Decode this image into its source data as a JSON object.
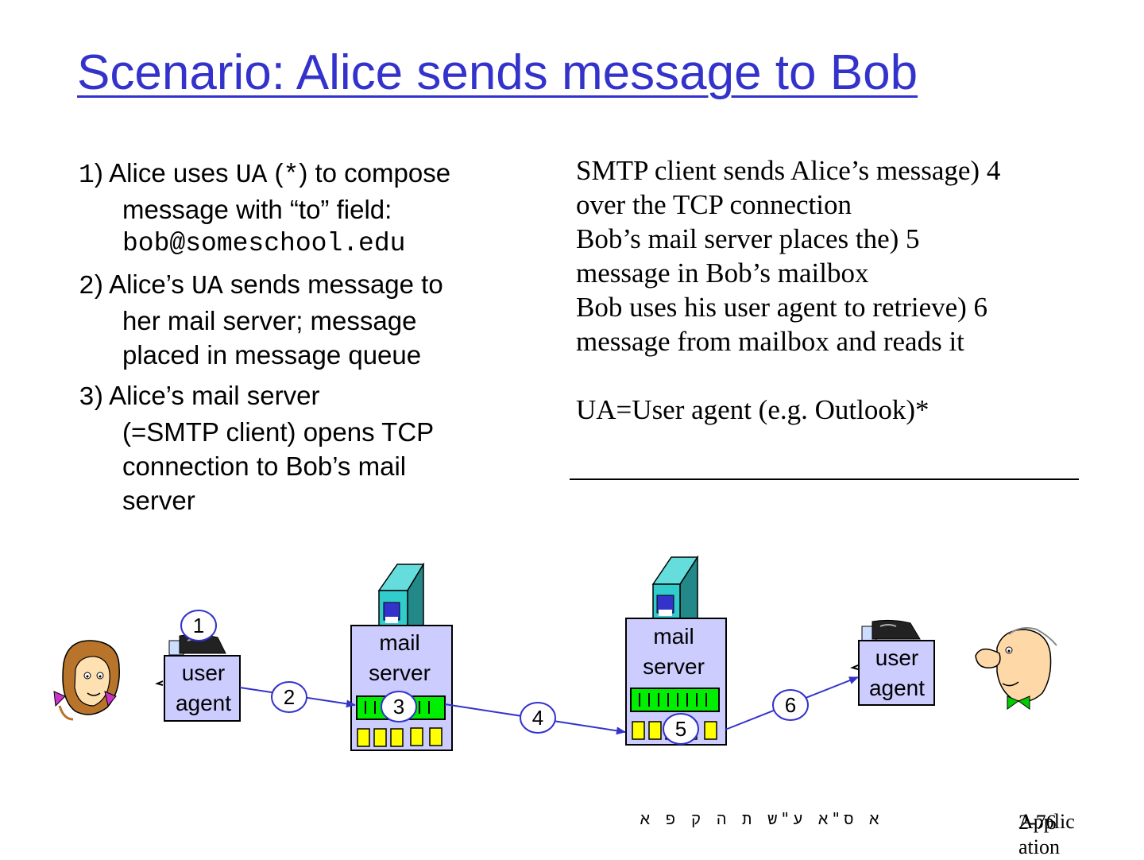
{
  "title": "Scenario: Alice sends message to Bob",
  "steps": [
    {
      "num": "1",
      "line1": ") Alice uses ",
      "ua": "UA",
      "mid": " (",
      "star": "*",
      "end": ") to compose",
      "line2": "message with “to” field:",
      "line3": "bob@someschool.edu"
    },
    {
      "num": "2",
      "line1": ") Alice’s ",
      "ua": "UA",
      "end": " sends message to",
      "line2": "her mail server; message",
      "line3": "placed in message queue"
    },
    {
      "num": "3",
      "line1": ") Alice’s mail server",
      "line2": "(=SMTP client) opens TCP",
      "line3": "connection to Bob’s mail",
      "line4": "server"
    }
  ],
  "right_lines": [
    "SMTP client sends Alice’s message) 4",
    "over the TCP connection",
    "Bob’s mail server places the) 5",
    "message in Bob’s mailbox",
    "Bob uses his user agent to retrieve) 6",
    "message from mailbox and reads it"
  ],
  "ua_note": "UA=User agent (e.g. Outlook)*",
  "diagram": {
    "user_agent_line1": "user",
    "user_agent_line2": "agent",
    "mail_server_line1": "mail",
    "mail_server_line2": "server",
    "step_labels": [
      "1",
      "2",
      "3",
      "4",
      "5",
      "6"
    ]
  },
  "footer": {
    "hebrew": "א ס\"א ע\"ש ת ה ק פ א",
    "page": "2-76",
    "section": "Applic ation"
  },
  "colors": {
    "title": "#3333cc",
    "arrow": "#3333cc",
    "box_fill": "#ccccff",
    "queue_green": "#00ee00",
    "msg_yellow": "#ffff00",
    "server_teal": "#33cccc"
  }
}
